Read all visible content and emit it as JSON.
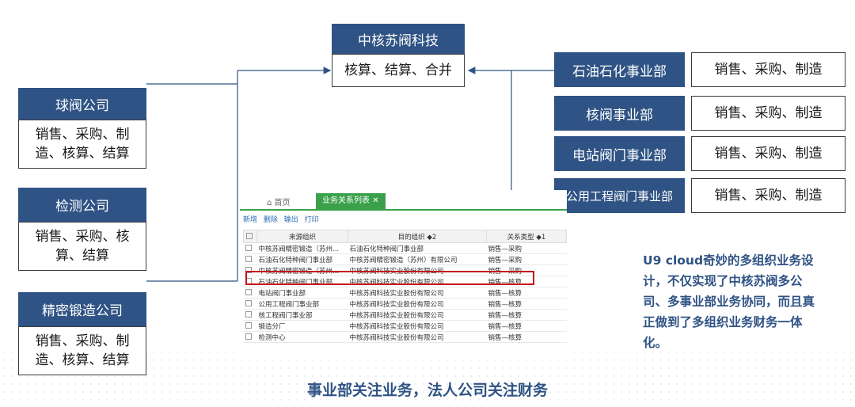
{
  "center": {
    "title": "中核苏阀科技",
    "functions": "核算、结算、合并"
  },
  "left_companies": [
    {
      "name": "球阀公司",
      "functions": "销售、采购、制造、核算、结算"
    },
    {
      "name": "检测公司",
      "functions": "销售、采购、核算、结算"
    },
    {
      "name": "精密锻造公司",
      "functions": "销售、采购、制造、核算、结算"
    }
  ],
  "right_divisions": [
    {
      "name": "石油石化事业部",
      "functions": "销售、采购、制造"
    },
    {
      "name": "核阀事业部",
      "functions": "销售、采购、制造"
    },
    {
      "name": "电站阀门事业部",
      "functions": "销售、采购、制造"
    },
    {
      "name": "公用工程阀门事业部",
      "functions": "销售、采购、制造"
    }
  ],
  "screenshot": {
    "tabs": {
      "home": "首页",
      "active": "业务关系列表"
    },
    "toolbar": [
      "新增",
      "删除",
      "输出",
      "打印"
    ],
    "columns": [
      "来源组织",
      "目的组织 ◆2",
      "关系类型 ◆1"
    ],
    "rows": [
      [
        "中核苏阀精密锻造（苏州...",
        "石油石化特种阀门事业部",
        "销售—采购"
      ],
      [
        "石油石化特种阀门事业部",
        "中核苏阀精密锻造（苏州）有限公司",
        "销售—采购"
      ],
      [
        "中核苏阀精密锻造（苏州...",
        "中核苏阀科技实业股份有限公司",
        "销售—采购"
      ],
      [
        "石油石化特种阀门事业部",
        "中核苏阀科技实业股份有限公司",
        "销售—核算"
      ],
      [
        "电站阀门事业部",
        "中核苏阀科技实业股份有限公司",
        "销售—核算"
      ],
      [
        "公用工程阀门事业部",
        "中核苏阀科技实业股份有限公司",
        "销售—核算"
      ],
      [
        "核工程阀门事业部",
        "中核苏阀科技实业股份有限公司",
        "销售—核算"
      ],
      [
        "锻造分厂",
        "中核苏阀科技实业股份有限公司",
        "销售—核算"
      ],
      [
        "检测中心",
        "中核苏阀科技实业股份有限公司",
        "销售—核算"
      ]
    ]
  },
  "note": "U9 cloud奇妙的多组织业务设计，不仅实现了中核苏阀多公司、多事业部业务协同，而且真正做到了多组织业务财务一体化。",
  "caption": "事业部关注业务，法人公司关注财务",
  "colors": {
    "header_bg": "#2f5384",
    "text_accent": "#2f5384",
    "tab_green": "#3aa14a",
    "highlight": "#c4151c"
  }
}
